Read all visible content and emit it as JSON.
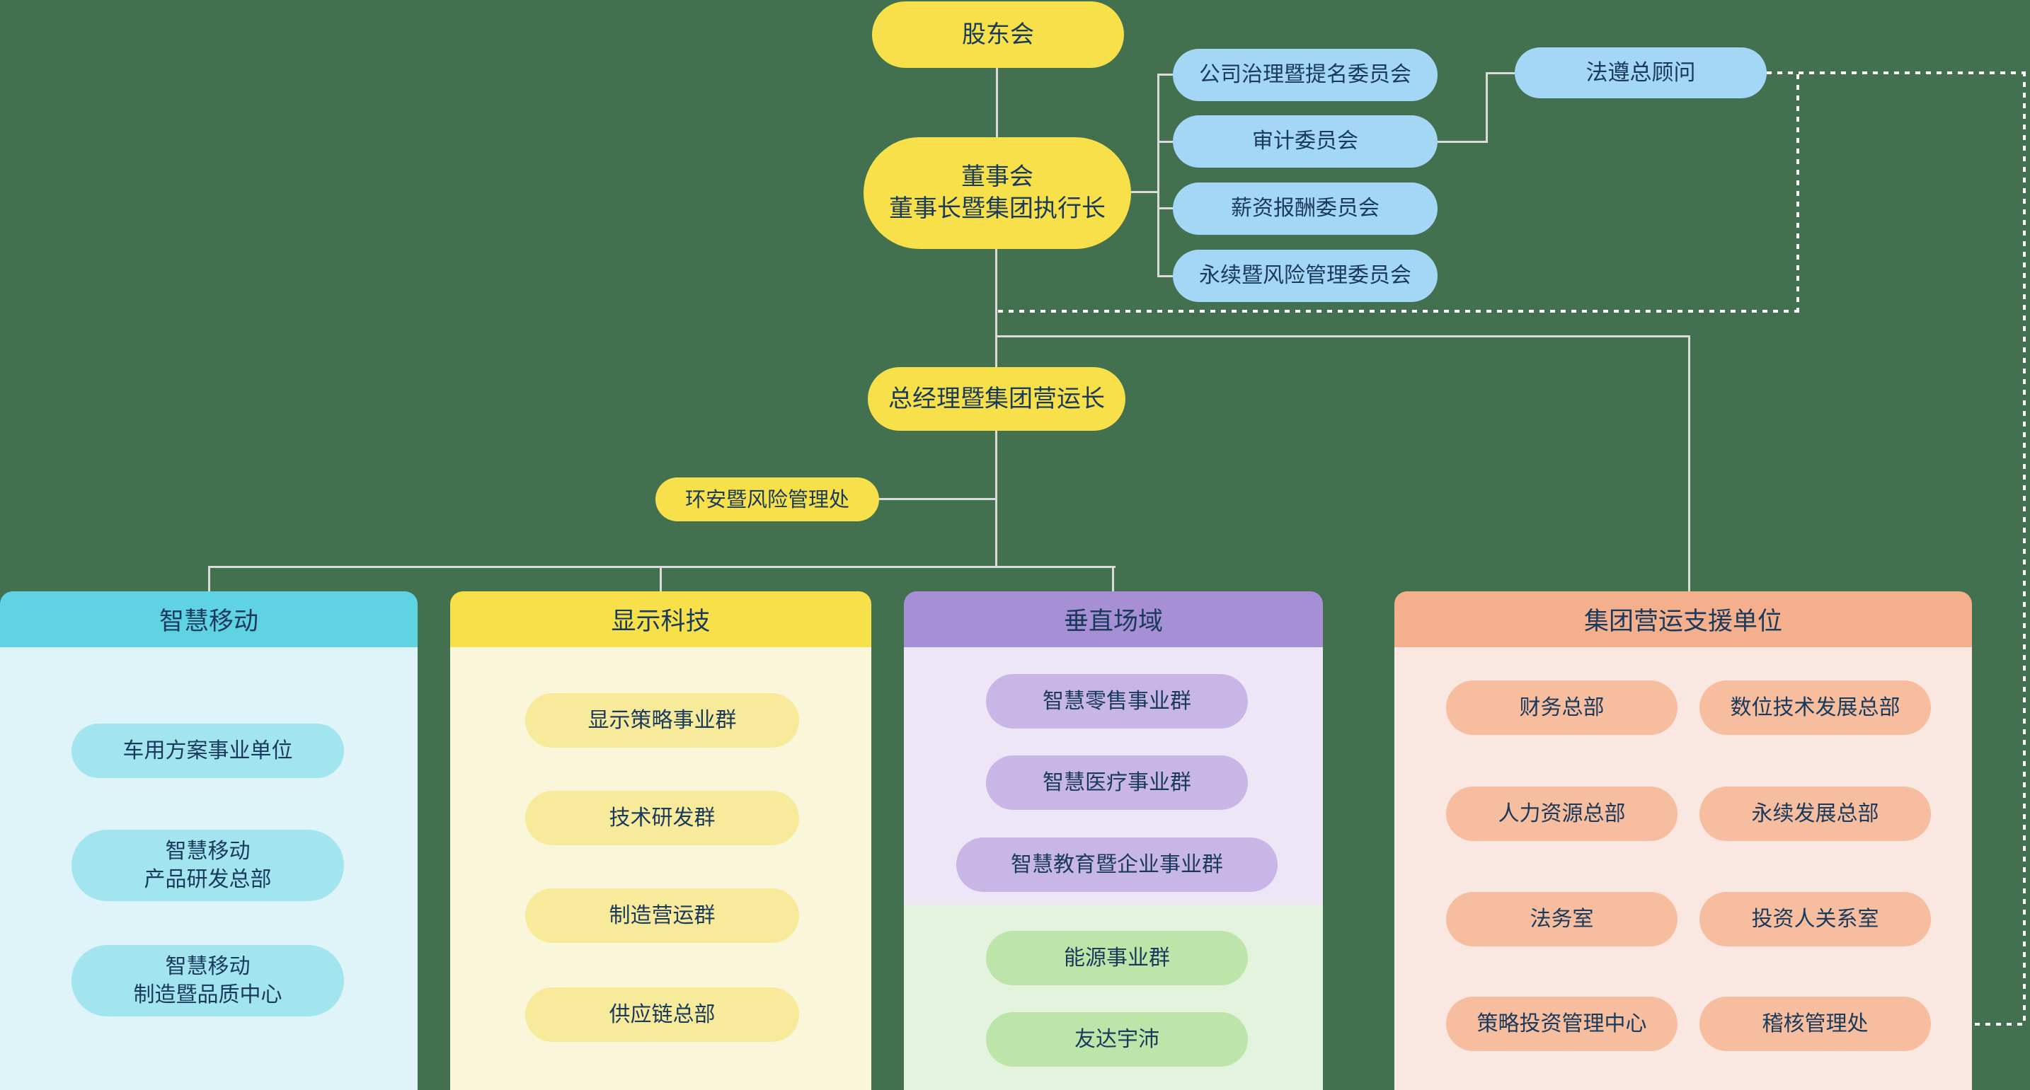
{
  "chart": {
    "shareholders": "股东会",
    "board": {
      "line1": "董事会",
      "line2": "董事长暨集团执行长"
    },
    "committees": [
      "公司治理暨提名委员会",
      "审计委员会",
      "薪资报酬委员会",
      "永续暨风险管理委员会"
    ],
    "compliance_counsel": "法遵总顾问",
    "president": "总经理暨集团营运长",
    "ehs_risk": "环安暨风险管理处"
  },
  "panels": [
    {
      "title": "智慧移动",
      "items": [
        {
          "line1": "车用方案事业单位",
          "line2": ""
        },
        {
          "line1": "智慧移动",
          "line2": "产品研发总部"
        },
        {
          "line1": "智慧移动",
          "line2": "制造暨品质中心"
        }
      ]
    },
    {
      "title": "显示科技",
      "items": [
        "显示策略事业群",
        "技术研发群",
        "制造营运群",
        "供应链总部"
      ]
    },
    {
      "title": "垂直场域",
      "items": [
        "智慧零售事业群",
        "智慧医疗事业群",
        "智慧教育暨企业事业群"
      ],
      "green_items": [
        "能源事业群",
        "友达宇沛"
      ]
    },
    {
      "title": "集团营运支援单位",
      "left_items": [
        "财务总部",
        "人力资源总部",
        "法务室",
        "策略投资管理中心"
      ],
      "right_items": [
        "数位技术发展总部",
        "永续发展总部",
        "投资人关系室",
        "稽核管理处"
      ]
    }
  ],
  "colors": {
    "background": "#43704F",
    "node_yellow": "#F7E04A",
    "node_blue": "#A4D7F6",
    "header_cyan": "#5FD3E4",
    "body_cyan": "#DEF4F8",
    "item_cyan": "#A3E5EF",
    "header_yellow": "#F7E04A",
    "body_yellow": "#FAF6D9",
    "item_yellow": "#F7EA9B",
    "header_purple": "#A78FD5",
    "body_purple": "#ECE6F6",
    "item_purple": "#C7B6E6",
    "body_green": "#E3F3DD",
    "item_green": "#BDE5AA",
    "header_salmon": "#F4AF8D",
    "body_pink": "#FBE7E1",
    "item_salmon": "#F6BD9E",
    "line_solid": "#DBDBDB",
    "line_dotted": "#FFFFFF",
    "text": "#1A3A5C"
  }
}
